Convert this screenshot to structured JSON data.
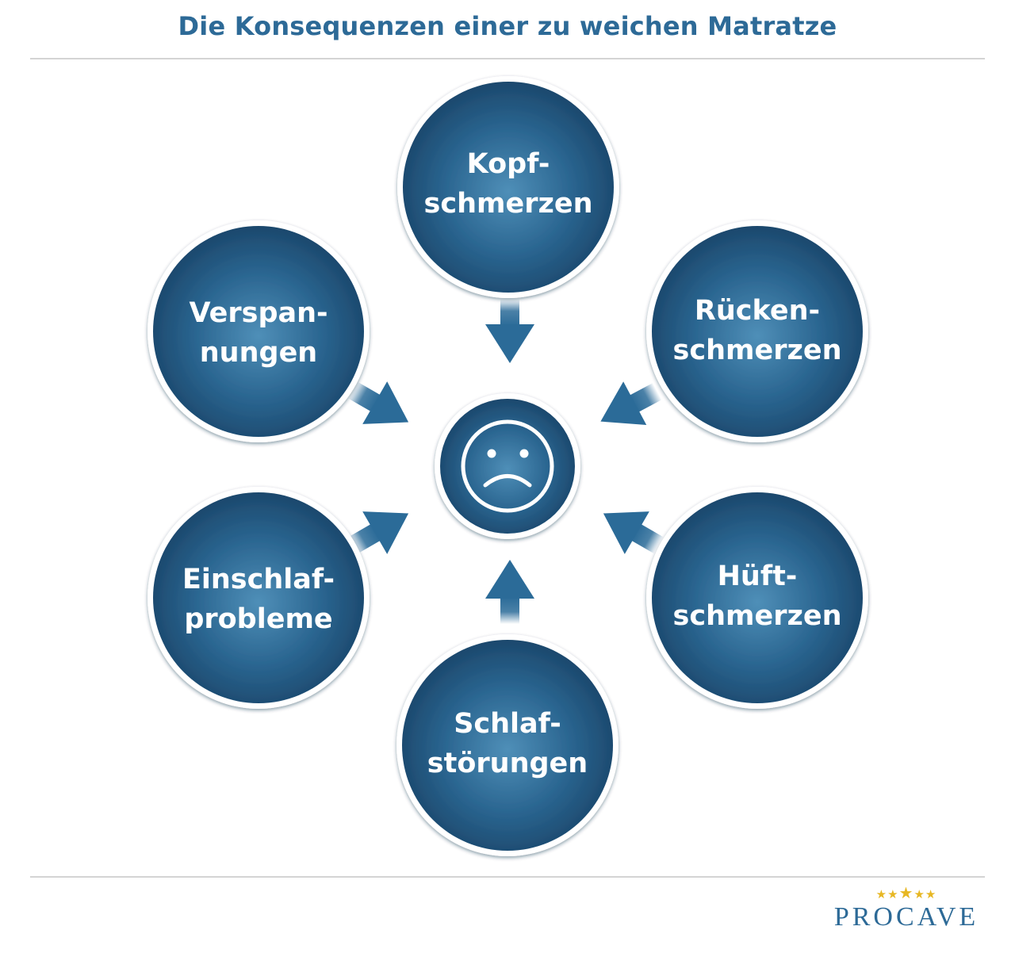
{
  "title": "Die Konsequenzen einer zu weichen Matratze",
  "center": {
    "icon": "sad-face-icon"
  },
  "nodes": [
    {
      "id": "kopfschmerzen",
      "line1": "Kopf-",
      "line2": "schmerzen"
    },
    {
      "id": "rueckenschmerzen",
      "line1": "Rücken-",
      "line2": "schmerzen"
    },
    {
      "id": "hueftschmerzen",
      "line1": "Hüft-",
      "line2": "schmerzen"
    },
    {
      "id": "schlafstoerungen",
      "line1": "Schlaf-",
      "line2": "störungen"
    },
    {
      "id": "einschlafprobleme",
      "line1": "Einschlaf-",
      "line2": "probleme"
    },
    {
      "id": "verspannungen",
      "line1": "Verspan-",
      "line2": "nungen"
    }
  ],
  "colors": {
    "title": "#2d6a97",
    "circle_light": "#4f8fb8",
    "circle_mid": "#2a6590",
    "circle_dark": "#1a4468",
    "arrow": "#2b6b98",
    "stars": "#e7b723"
  },
  "brand": {
    "name": "PROCAVE",
    "stars": "★★★★★"
  }
}
